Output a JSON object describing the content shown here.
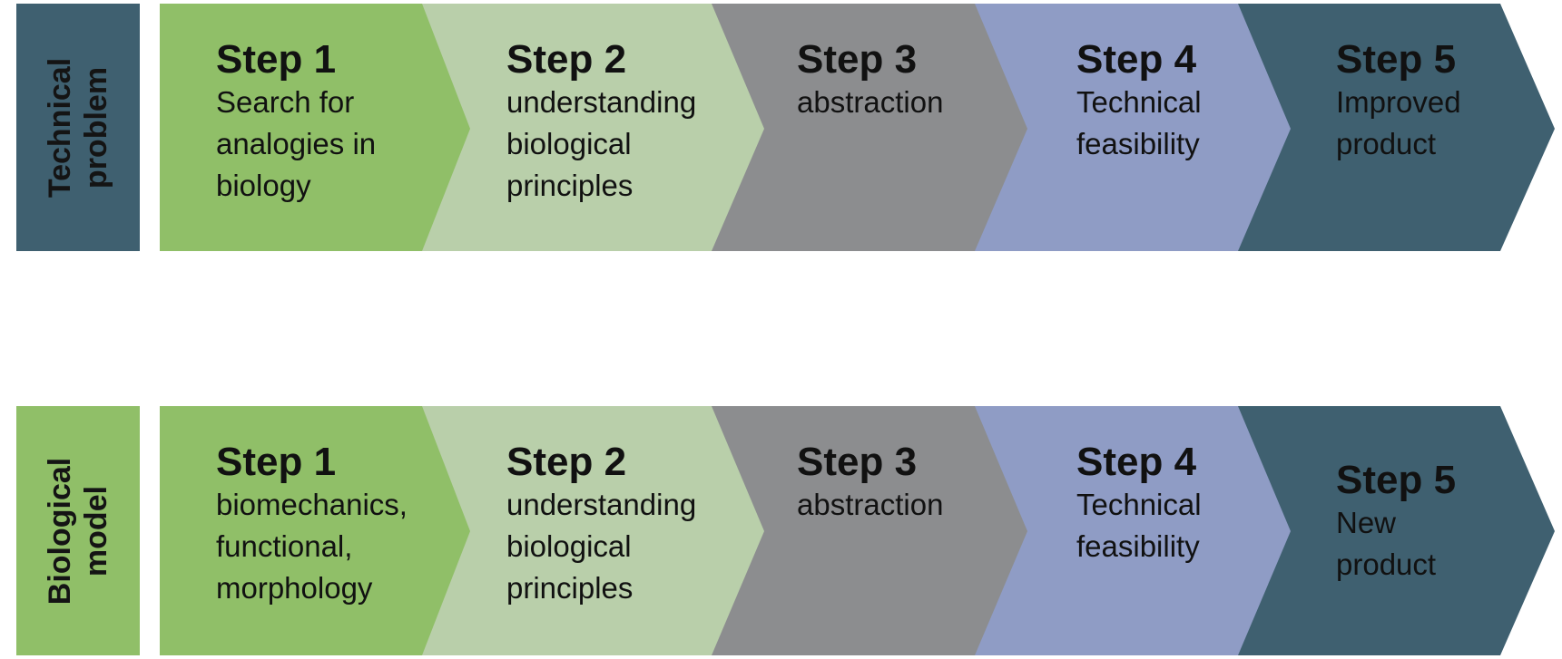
{
  "colors": {
    "step1": "#90bf68",
    "step2": "#b9cfaa",
    "step3": "#8c8d8f",
    "step4": "#8f9cc5",
    "step5": "#3f6070",
    "technical_label_bg": "#3f6070",
    "biological_label_bg": "#90bf68"
  },
  "rows": [
    {
      "label": "Technical\nproblem",
      "steps": [
        {
          "title": "Step 1",
          "desc": "Search for\nanalogies in\nbiology"
        },
        {
          "title": "Step 2",
          "desc": "understanding\nbiological\nprinciples"
        },
        {
          "title": "Step 3",
          "desc": "abstraction"
        },
        {
          "title": "Step 4",
          "desc": "Technical\nfeasibility"
        },
        {
          "title": "Step 5",
          "desc": "Improved\nproduct"
        }
      ]
    },
    {
      "label": "Biological\nmodel",
      "steps": [
        {
          "title": "Step 1",
          "desc": "biomechanics,\nfunctional,\nmorphology"
        },
        {
          "title": "Step 2",
          "desc": "understanding\nbiological\nprinciples"
        },
        {
          "title": "Step 3",
          "desc": "abstraction"
        },
        {
          "title": "Step 4",
          "desc": "Technical\nfeasibility"
        },
        {
          "title": "Step 5",
          "desc": "New\nproduct"
        }
      ]
    }
  ]
}
